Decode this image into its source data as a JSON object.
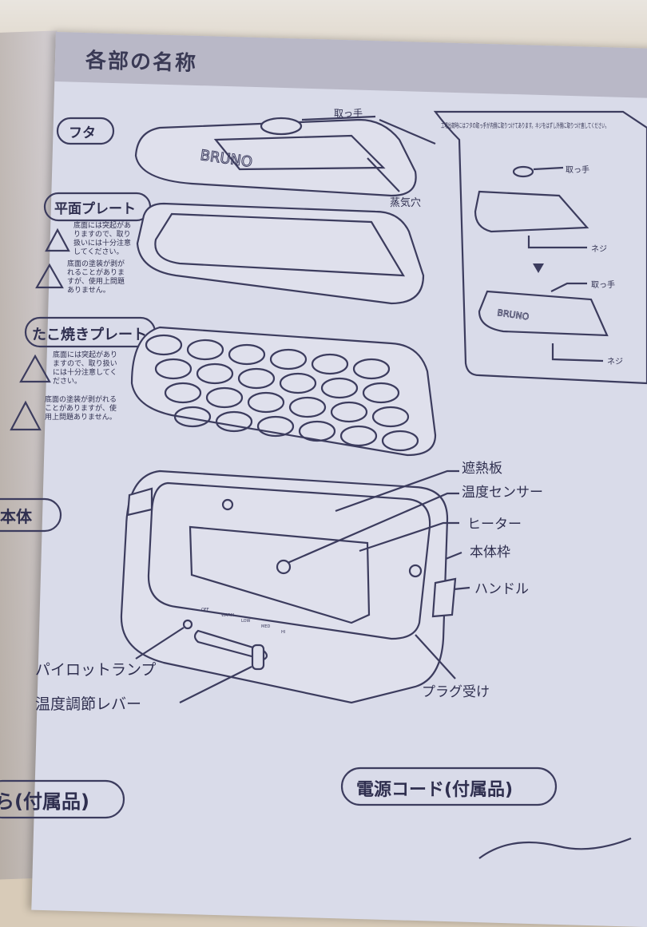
{
  "page_title": "各部の名称",
  "sections": {
    "lid": "フタ",
    "flat_plate": "平面プレート",
    "takoyaki_plate": "たこ焼きプレート",
    "body": "本体",
    "accessory_left": "ら(付属品)",
    "power_cord": "電源コード(付属品)"
  },
  "lid_labels": {
    "handle": "取っ手",
    "steam_hole": "蒸気穴",
    "brand": "BRUNO"
  },
  "cautions": {
    "protrusion": "底面には突起がありますので、取り扱いには十分注意してください。",
    "coating": "底面の塗装が剥がれることがありますが、使用上問題ありません。"
  },
  "inset": {
    "note": "工場出荷時にはフタの取っ手が内側に取りつけてあります。ネジをはずし外側に取りつけ直してください。",
    "handle": "取っ手",
    "screw": "ネジ",
    "brand": "BRUNO"
  },
  "body_labels": {
    "heat_shield": "遮熱板",
    "temp_sensor": "温度センサー",
    "heater": "ヒーター",
    "body_frame": "本体枠",
    "handle": "ハンドル",
    "plug_socket": "プラグ受け",
    "pilot_lamp": "パイロットランプ",
    "temp_lever": "温度調節レバー"
  },
  "dial_marks": [
    "OFF",
    "WARM",
    "LOW",
    "MED",
    "HI"
  ]
}
